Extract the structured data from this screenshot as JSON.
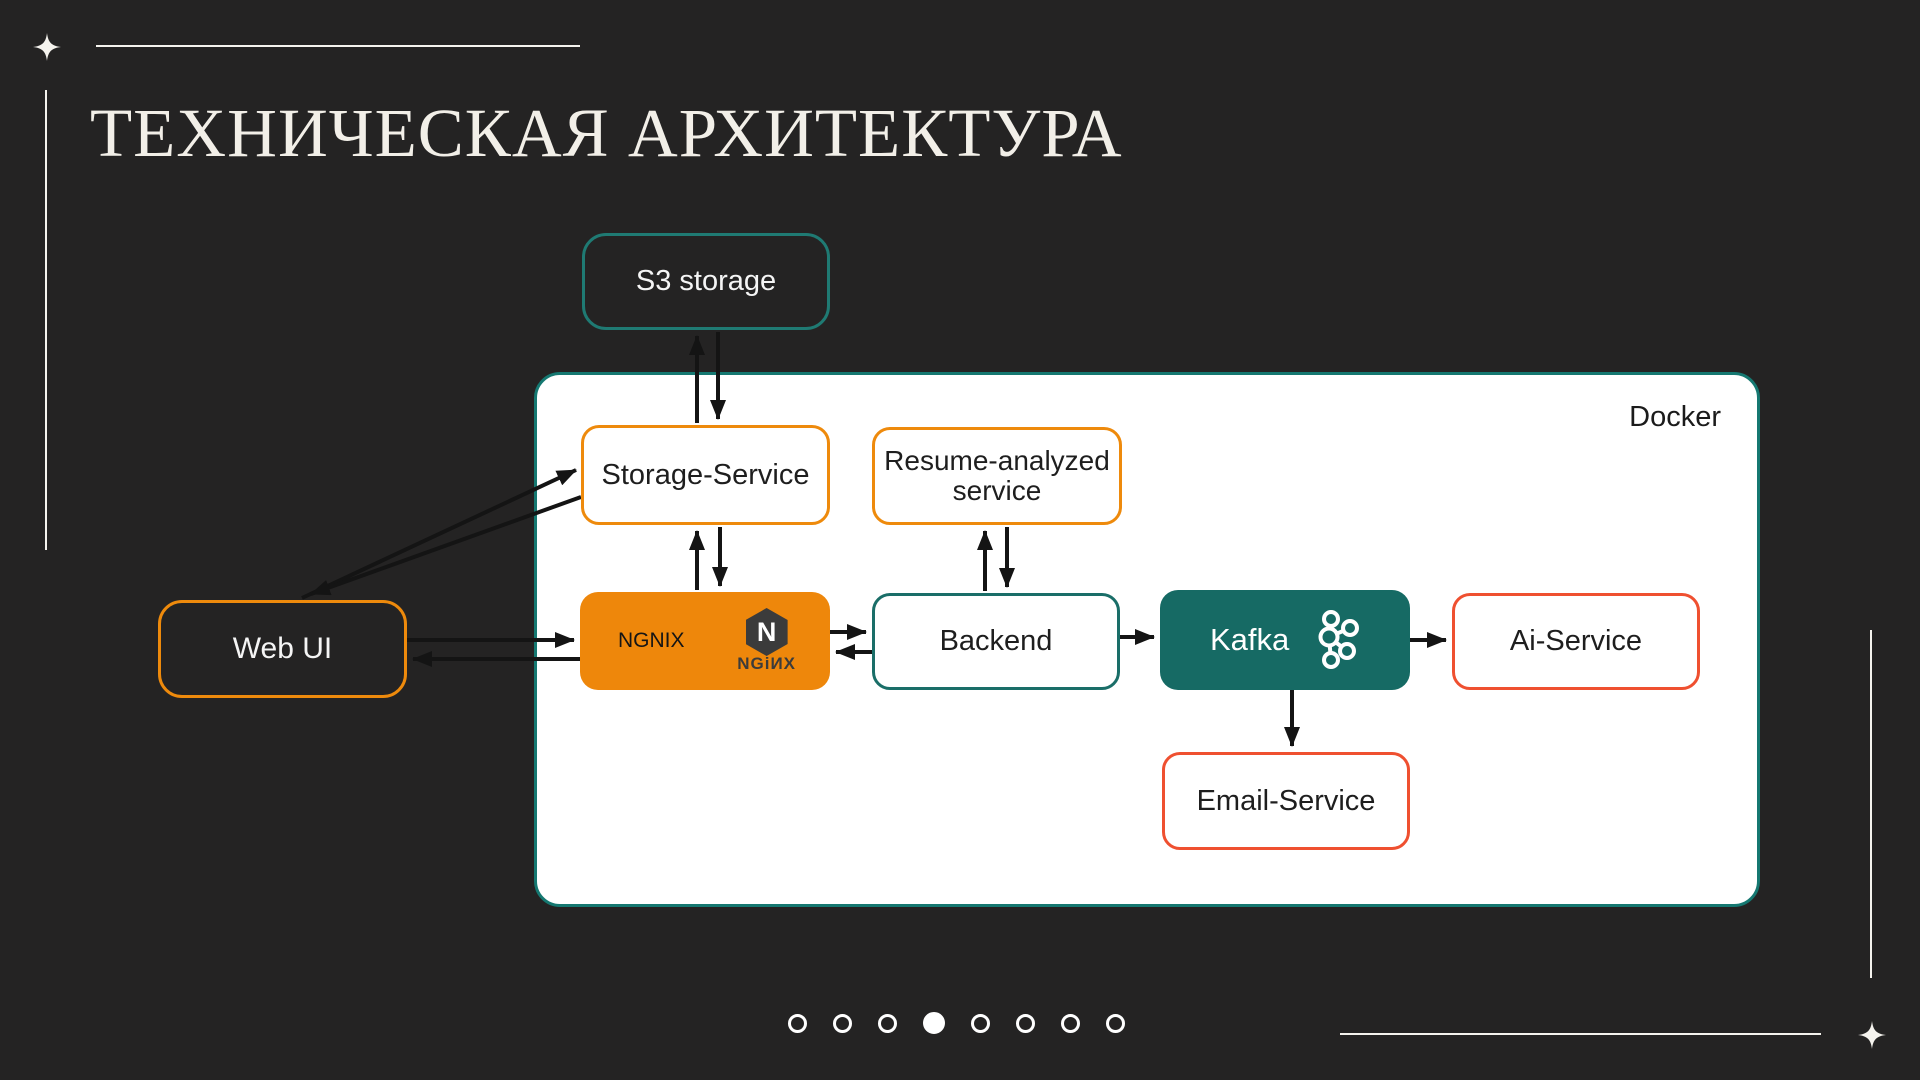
{
  "slide": {
    "title": "ТЕХНИЧЕСКАЯ АРХИТЕКТУРА"
  },
  "colors": {
    "background": "#242323",
    "teal": "#157871",
    "orange": "#EE870B",
    "red_orange": "#EF5030",
    "cream": "#F2EFE8",
    "arrow": "#141414"
  },
  "diagram": {
    "docker_label": "Docker",
    "nodes": {
      "s3": {
        "label": "S3 storage"
      },
      "storage_service": {
        "label": "Storage-Service"
      },
      "resume_service": {
        "line1": "Resume-analyzed",
        "line2": "service"
      },
      "ngnix": {
        "label": "NGNIX",
        "logo_letter": "N",
        "logo_wordmark": "NGiИX"
      },
      "backend": {
        "label": "Backend"
      },
      "kafka": {
        "label": "Kafka"
      },
      "ai_service": {
        "label": "Ai-Service"
      },
      "email_service": {
        "label": "Email-Service"
      },
      "web_ui": {
        "label": "Web UI"
      }
    },
    "connections": [
      {
        "from": "S3 storage",
        "to": "Storage-Service",
        "type": "bidirectional"
      },
      {
        "from": "Storage-Service",
        "to": "NGNIX",
        "type": "bidirectional"
      },
      {
        "from": "Resume-analyzed service",
        "to": "Backend",
        "type": "bidirectional"
      },
      {
        "from": "NGNIX",
        "to": "Backend",
        "type": "bidirectional"
      },
      {
        "from": "Backend",
        "to": "Kafka",
        "type": "one-way"
      },
      {
        "from": "Kafka",
        "to": "Ai-Service",
        "type": "one-way"
      },
      {
        "from": "Kafka",
        "to": "Email-Service",
        "type": "one-way"
      },
      {
        "from": "Web UI",
        "to": "NGNIX",
        "type": "bidirectional"
      },
      {
        "from": "Web UI",
        "to": "Storage-Service",
        "type": "bidirectional"
      }
    ]
  },
  "pagination": {
    "total": 8,
    "active_index": 3
  }
}
